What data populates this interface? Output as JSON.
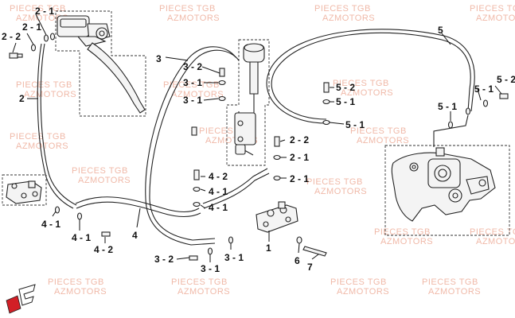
{
  "watermark": {
    "line1": "PIECES TGB",
    "line2": "AZMOTORS"
  },
  "callouts": {
    "c_2_1_top": "2 - 1",
    "c_2_1_b": "2 - 1",
    "c_2_2_left": "2 - 2",
    "c_2": "2",
    "c_3": "3",
    "c_3_2_a": "3 - 2",
    "c_3_1_a": "3 - 1",
    "c_3_1_b": "3 - 1",
    "c_5": "5",
    "c_5_2_a": "5 - 2",
    "c_5_1_a": "5 - 1",
    "c_5_1_b": "5 - 1",
    "c_5_1_c": "5 - 1",
    "c_5_2_b": "5 - 2",
    "c_5_1_d": "5 - 1",
    "c_2_2_mid": "2 - 2",
    "c_2_1_mid": "2 - 1",
    "c_2_1_mid2": "2 - 1",
    "c_4_2_a": "4 - 2",
    "c_4_1_a": "4 - 1",
    "c_4_1_b": "4 - 1",
    "c_4_1_left": "4 - 1",
    "c_4_1_left2": "4 - 1",
    "c_4_2_left": "4 - 2",
    "c_4": "4",
    "c_1": "1",
    "c_3_2_b": "3 - 2",
    "c_3_1_c": "3 - 1",
    "c_3_1_d": "3 - 1",
    "c_6": "6",
    "c_7": "7"
  },
  "colors": {
    "watermark": "#f0b9a8",
    "line": "#222222",
    "logo_red": "#d21f26"
  },
  "logo": {
    "icon": "brand-logo-icon"
  }
}
